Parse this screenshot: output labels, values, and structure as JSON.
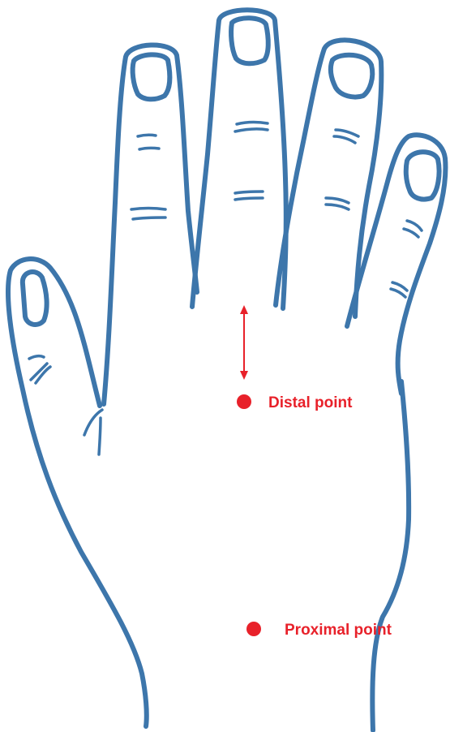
{
  "labels": {
    "distal": "Distal point",
    "proximal": "Proximal point"
  },
  "colors": {
    "outline": "#3d76ab",
    "marker": "#e8212a",
    "background": "#ffffff"
  },
  "icons": {
    "arrow": "double-headed-vertical-arrow",
    "point": "filled-circle"
  }
}
